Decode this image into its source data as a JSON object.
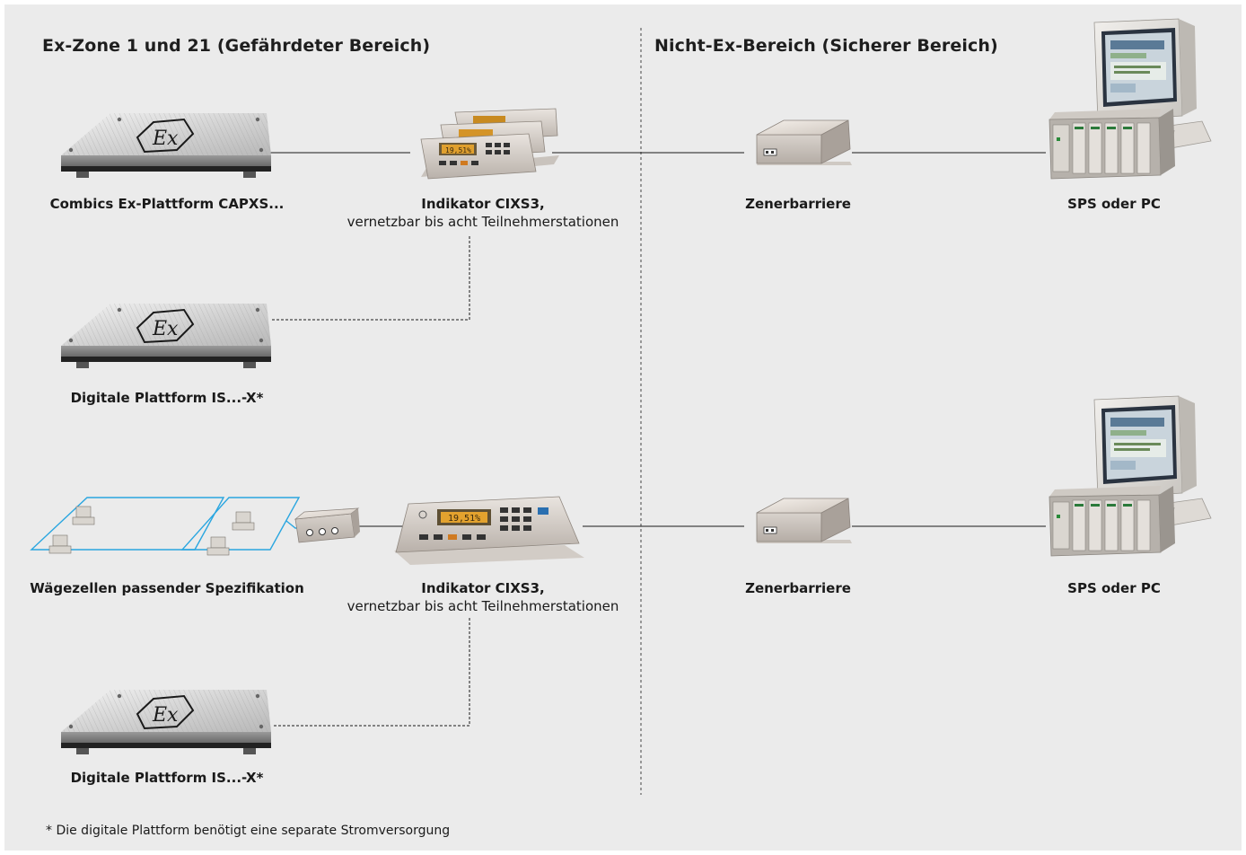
{
  "zones": {
    "ex_title": "Ex-Zone 1 und 21 (Gefährdeter Bereich)",
    "safe_title": "Nicht-Ex-Bereich (Sicherer Bereich)"
  },
  "row1": {
    "platform_label": "Combics Ex-Plattform CAPXS...",
    "indicator_label": "Indikator CIXS3,",
    "indicator_sub": "vernetzbar bis acht Teilnehmerstationen",
    "zener_label": "Zenerbarriere",
    "plc_label": "SPS oder PC",
    "digital_platform_label": "Digitale Plattform IS...-X*"
  },
  "row2": {
    "loadcell_label": "Wägezellen passender Spezifikation",
    "indicator_label": "Indikator CIXS3,",
    "indicator_sub": "vernetzbar bis acht Teilnehmerstationen",
    "zener_label": "Zenerbarriere",
    "plc_label": "SPS oder PC",
    "digital_platform_label": "Digitale Plattform IS...-X*"
  },
  "footnote": "* Die digitale Plattform benötigt eine separate Stromversorgung",
  "icons": {
    "ex_mark": "Ex",
    "display_reading": "19,51%"
  },
  "colors": {
    "background": "#ebebeb",
    "wire": "#1a1a1a",
    "loadcell_frame": "#2aa6e0"
  }
}
